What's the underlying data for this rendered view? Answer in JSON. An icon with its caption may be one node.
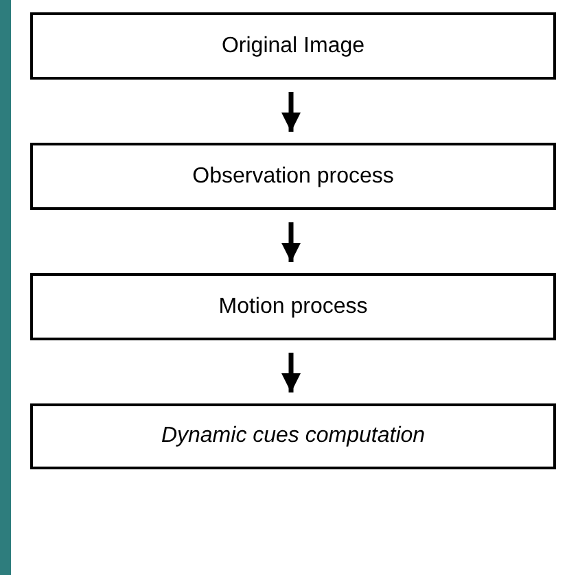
{
  "diagram": {
    "nodes": [
      {
        "text": [
          "Original Image"
        ]
      },
      {
        "text": [
          "Observation process"
        ]
      },
      {
        "text": [
          "Motion process"
        ]
      },
      {
        "text": [
          "Dynamic cues computation"
        ]
      }
    ],
    "edges": [
      {
        "from": 0,
        "to": 1,
        "arrow": "to"
      },
      {
        "from": 1,
        "to": 2,
        "arrow": "to"
      },
      {
        "from": 2,
        "to": 3,
        "arrow": "to"
      }
    ]
  }
}
